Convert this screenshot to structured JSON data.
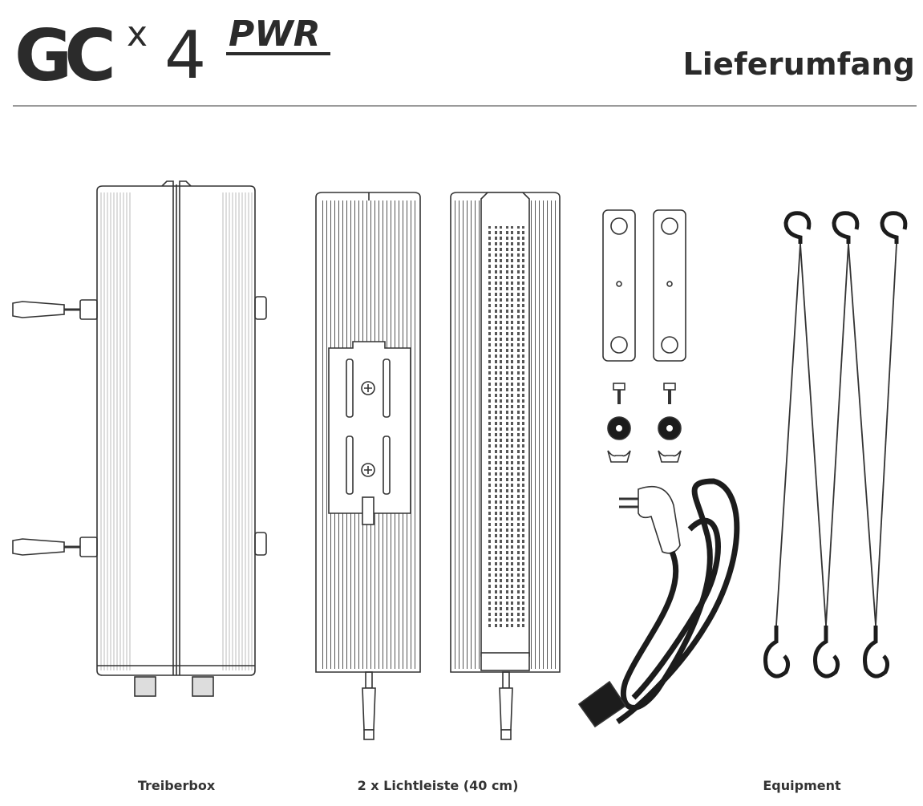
{
  "brand": {
    "logo_text": "GC",
    "multiplier": "x",
    "count": "4",
    "model": "PWR"
  },
  "header": {
    "title": "Lieferumfang"
  },
  "captions": {
    "driver_box": "Treiberbox",
    "light_bars": "2 x Lichtleiste (40 cm)",
    "equipment": "Equipment"
  }
}
